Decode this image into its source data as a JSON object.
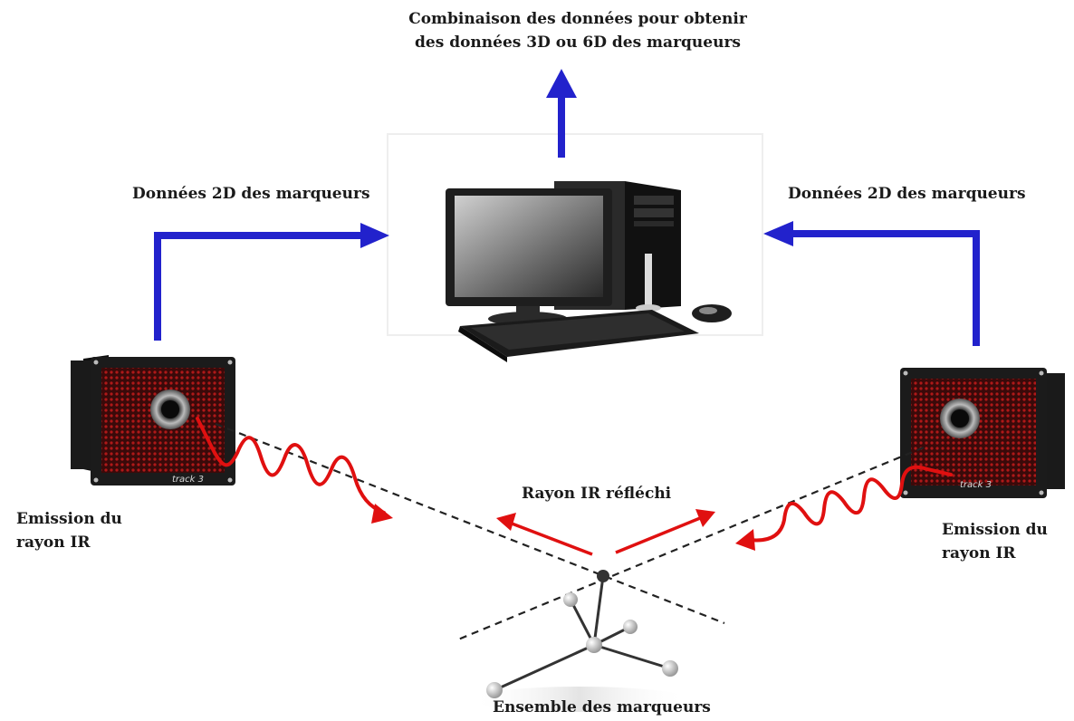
{
  "labels": {
    "top_line1": "Combinaison des données pour obtenir",
    "top_line2": "des données 3D ou 6D des marqueurs",
    "left_2d": "Données 2D des marqueurs",
    "right_2d": "Données 2D des marqueurs",
    "left_emission_line1": "Emission du",
    "left_emission_line2": "rayon IR",
    "right_emission_line1": "Emission du",
    "right_emission_line2": "rayon IR",
    "reflected": "Rayon IR réfléchi",
    "markers": "Ensemble des marqueurs",
    "camera_brand": "track 3"
  },
  "colors": {
    "data_arrow": "#2222cc",
    "ir_ray": "#e01010",
    "camera_body": "#1b1b1b",
    "camera_grid": "#7a1010",
    "dashed_line": "#222222"
  },
  "icons": {
    "computer": "desktop-computer-icon",
    "camera": "ir-camera-icon",
    "markers": "marker-target-icon"
  }
}
